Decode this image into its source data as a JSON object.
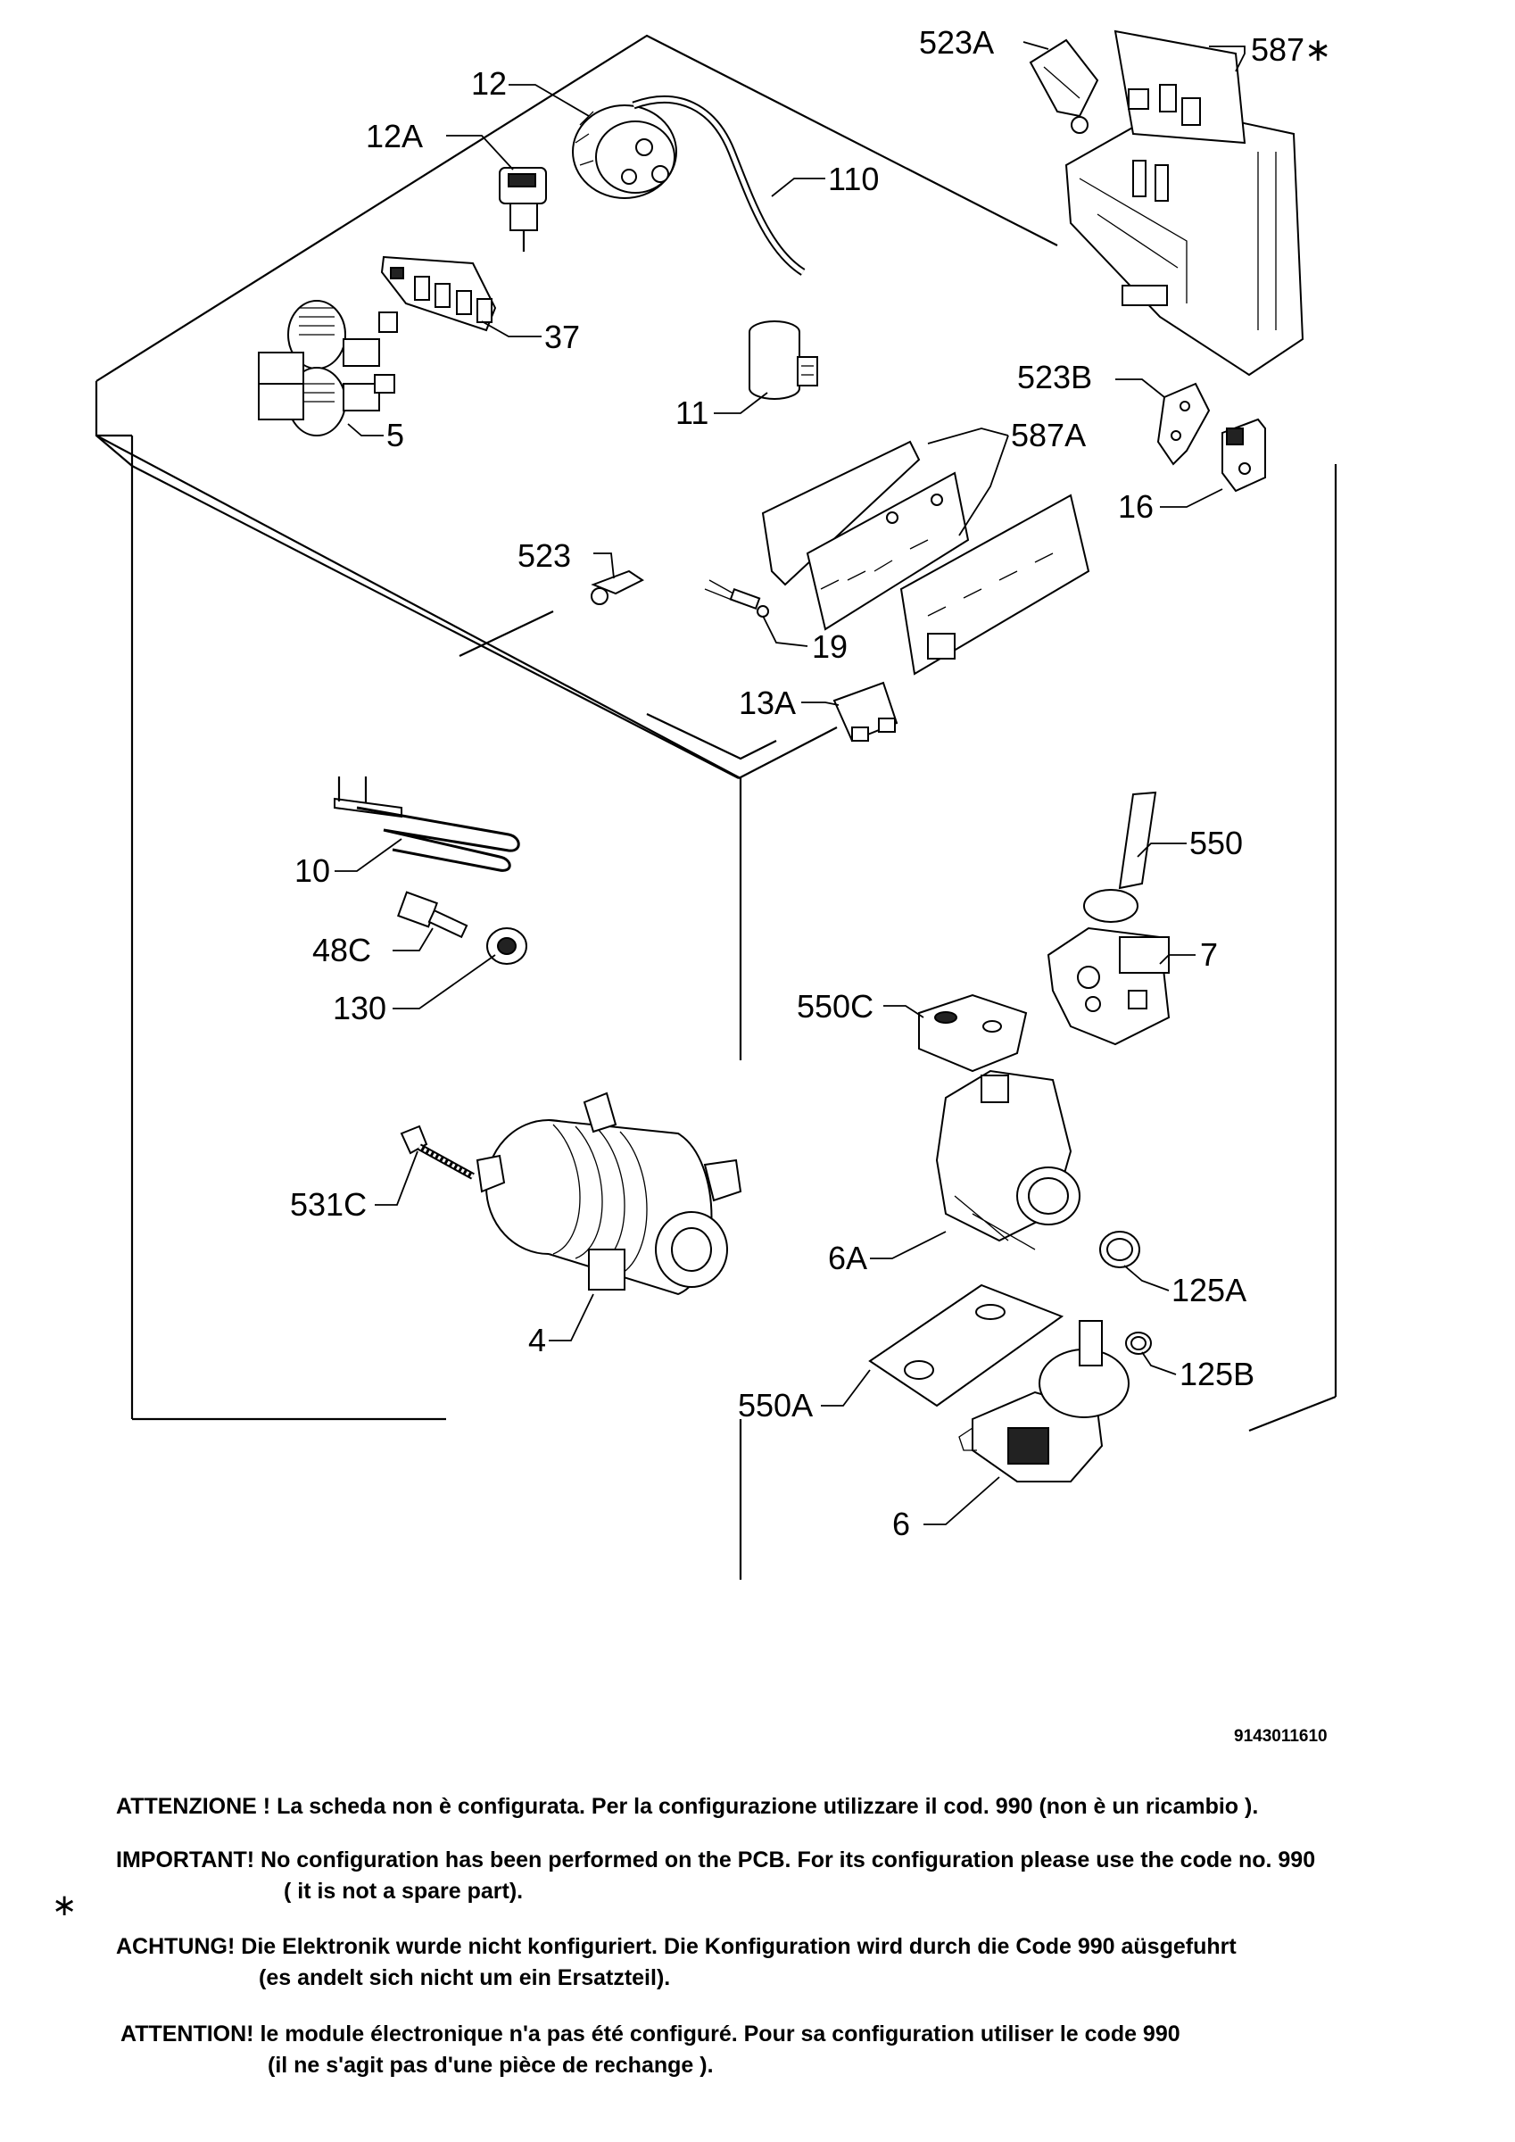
{
  "labels": [
    {
      "id": "523A",
      "text": "523A"
    },
    {
      "id": "587s",
      "text": "587∗"
    },
    {
      "id": "12",
      "text": "12"
    },
    {
      "id": "12A",
      "text": "12A"
    },
    {
      "id": "110",
      "text": "110"
    },
    {
      "id": "37",
      "text": "37"
    },
    {
      "id": "5",
      "text": "5"
    },
    {
      "id": "11",
      "text": "11"
    },
    {
      "id": "523B",
      "text": "523B"
    },
    {
      "id": "587A",
      "text": "587A"
    },
    {
      "id": "16",
      "text": "16"
    },
    {
      "id": "523",
      "text": "523"
    },
    {
      "id": "19",
      "text": "19"
    },
    {
      "id": "13A",
      "text": "13A"
    },
    {
      "id": "550",
      "text": "550"
    },
    {
      "id": "10",
      "text": "10"
    },
    {
      "id": "7",
      "text": "7"
    },
    {
      "id": "48C",
      "text": "48C"
    },
    {
      "id": "130",
      "text": "130"
    },
    {
      "id": "550C",
      "text": "550C"
    },
    {
      "id": "531C",
      "text": "531C"
    },
    {
      "id": "6A",
      "text": "6A"
    },
    {
      "id": "125A",
      "text": "125A"
    },
    {
      "id": "4",
      "text": "4"
    },
    {
      "id": "125B",
      "text": "125B"
    },
    {
      "id": "550A",
      "text": "550A"
    },
    {
      "id": "6",
      "text": "6"
    }
  ],
  "drawing_number": "9143011610",
  "notes": {
    "it": "ATTENZIONE ! La scheda non è  configurata. Per la configurazione utilizzare il cod. 990 (non è un ricambio ).",
    "en_1": "IMPORTANT! No configuration has been performed on the PCB. For its configuration please use the code no. 990",
    "en_2": "( it is not a spare part).",
    "asterisk": "∗",
    "de_1": "ACHTUNG! Die Elektronik wurde nicht konfiguriert. Die Konfiguration wird durch die Code 990 aüsgefuhrt",
    "de_2": "(es andelt sich nicht um ein Ersatzteil).",
    "fr_1": "ATTENTION! le module électronique n'a pas été configuré. Pour  sa configuration utiliser le code 990",
    "fr_2": "(il ne s'agit pas d'une pièce de rechange )."
  }
}
